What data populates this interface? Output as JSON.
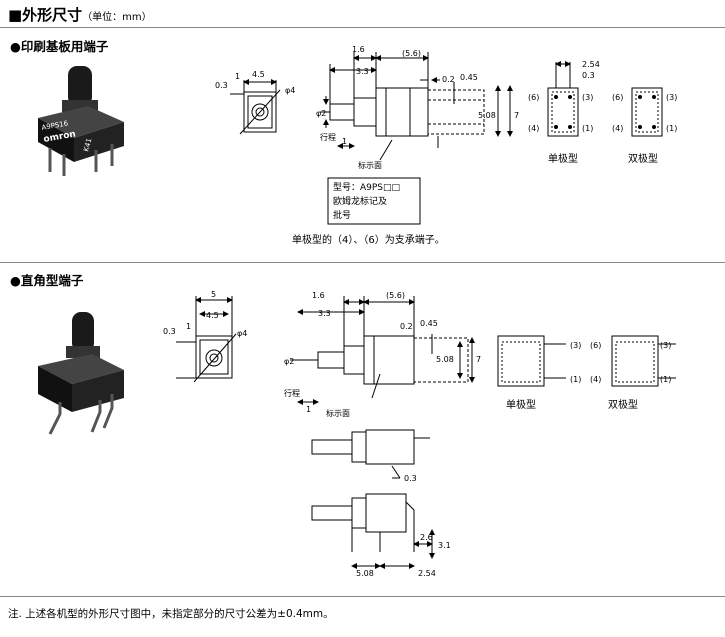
{
  "header": {
    "title_main": "■外形尺寸",
    "title_unit": "（单位：mm）"
  },
  "section1": {
    "heading": "●印刷基板用端子",
    "photo_labels": [
      "A9PS16",
      "omron",
      "K41"
    ],
    "front_dims": [
      "4.5",
      "1",
      "0.3",
      "φ4"
    ],
    "side_dims": [
      "1.6",
      "(5.6)",
      "3.3",
      "0.2",
      "0.45",
      "5.08",
      "7",
      "φ2",
      "1",
      "行程",
      "标示面"
    ],
    "callout_lines": [
      "型号：A9PS□□",
      "欧姆龙标记及",
      "批号"
    ],
    "term_dims": [
      "2.54",
      "0.3"
    ],
    "term_numbers": [
      "(6)",
      "(3)",
      "(4)",
      "(1)"
    ],
    "pole_labels": [
      "单极型",
      "双极型"
    ],
    "support_note": "单极型的（4）、（6）为支承端子。"
  },
  "section2": {
    "heading": "●直角型端子",
    "front_dims": [
      "5",
      "4.5",
      "1",
      "0.3",
      "φ4"
    ],
    "side_dims": [
      "1.6",
      "(5.6)",
      "3.3",
      "0.2",
      "0.45",
      "5.08",
      "7",
      "φ2",
      "1",
      "行程",
      "标示面"
    ],
    "term_numbers": [
      "(3)",
      "(1)",
      "(6)",
      "(3)",
      "(4)",
      "(1)"
    ],
    "pole_labels": [
      "单极型",
      "双极型"
    ],
    "lower_dims": [
      "0.3",
      "2.6",
      "3.1",
      "5.08",
      "2.54"
    ]
  },
  "footer": {
    "note": "注. 上述各机型的外形尺寸图中，未指定部分的尺寸公差为±0.4mm。"
  },
  "colors": {
    "ink": "#000000",
    "rule": "#888888",
    "body": "#1a1a1a",
    "shade": "#cccccc"
  }
}
